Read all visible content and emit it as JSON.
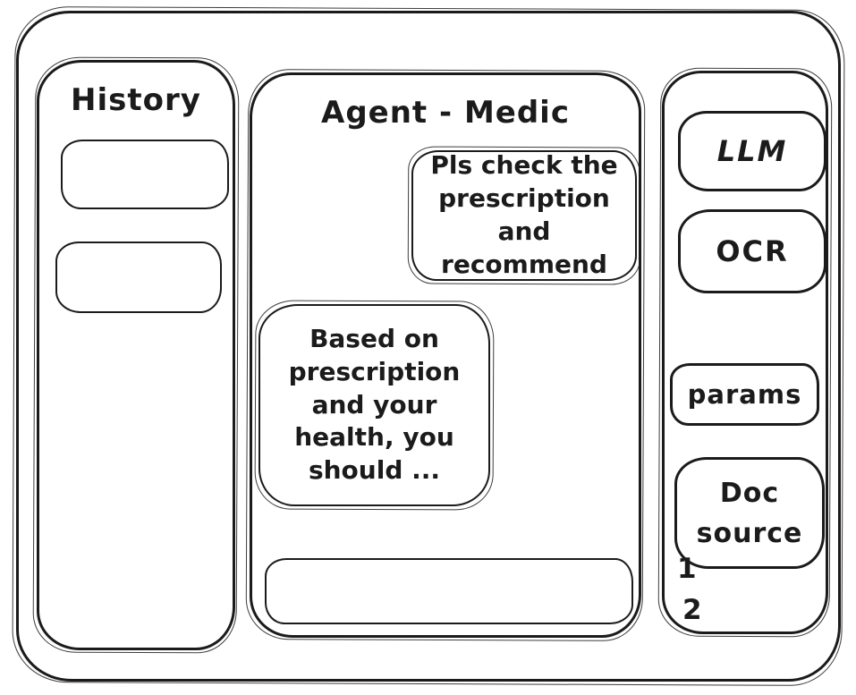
{
  "history": {
    "title": "History",
    "items": [
      {
        "label": ""
      },
      {
        "label": ""
      }
    ]
  },
  "chat": {
    "title": "Agent - Medic",
    "messages": [
      {
        "role": "user",
        "text": "Pls check the prescription and recommend"
      },
      {
        "role": "assistant",
        "text": "Based on prescription and your health, you should ..."
      }
    ],
    "input": {
      "value": ""
    }
  },
  "tools": {
    "buttons": [
      {
        "label": "LLM"
      },
      {
        "label": "OCR"
      },
      {
        "label": "params"
      },
      {
        "label": "Doc source"
      }
    ],
    "doc_source_items": [
      {
        "label": "1"
      },
      {
        "label": "2"
      }
    ]
  },
  "colors": {
    "ink": "#1b1b1b",
    "background": "#ffffff"
  }
}
